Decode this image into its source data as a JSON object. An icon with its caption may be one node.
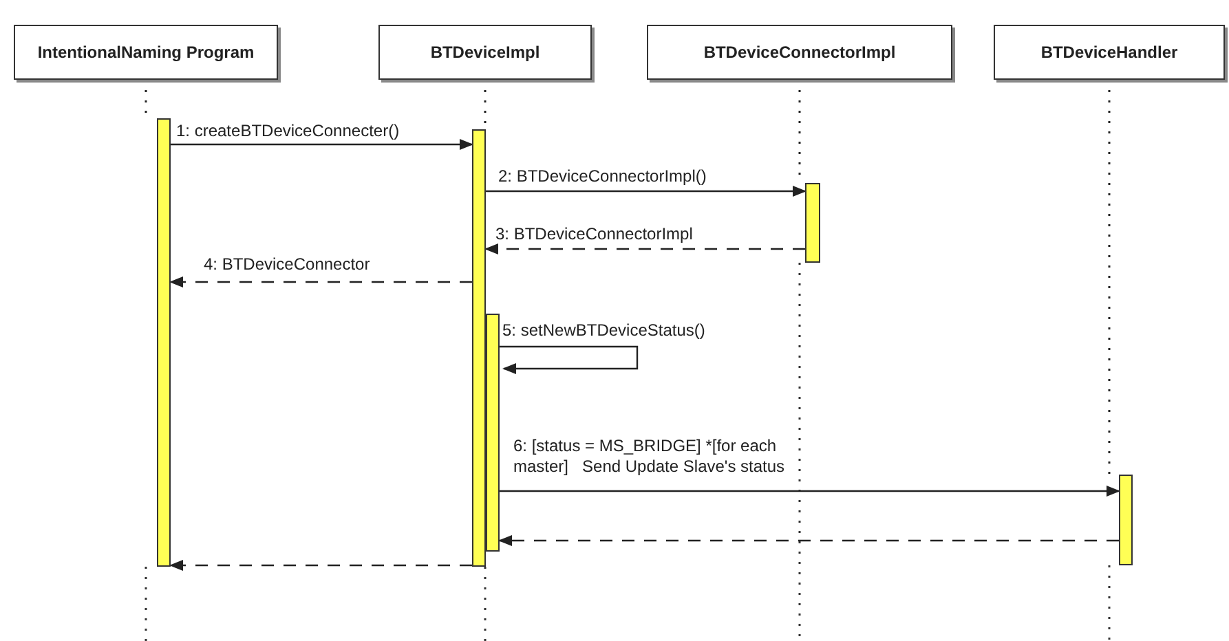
{
  "diagram": {
    "nodes": [
      {
        "text": [
          "IntentionalNaming Program"
        ]
      },
      {
        "text": [
          "BTDeviceImpl"
        ]
      },
      {
        "text": [
          "BTDeviceConnectorImpl"
        ]
      },
      {
        "text": [
          "BTDeviceHandler"
        ]
      },
      {
        "text": [],
        "shape": "bar"
      },
      {
        "text": [],
        "shape": "bar"
      },
      {
        "text": [],
        "shape": "bar"
      },
      {
        "text": [],
        "shape": "bar"
      },
      {
        "text": [],
        "shape": "bar"
      }
    ],
    "edges": [
      {
        "from": 0,
        "to": 4,
        "arrow": "none",
        "style": "dashed"
      },
      {
        "from": 1,
        "to": 5,
        "arrow": "none",
        "style": "dashed"
      },
      {
        "from": 2,
        "to": 6,
        "arrow": "none",
        "style": "dashed"
      },
      {
        "from": 3,
        "to": 8,
        "arrow": "none",
        "style": "dashed"
      },
      {
        "from": 4,
        "to": 5,
        "arrow": "to",
        "label": "1: createBTDeviceConnecter()"
      },
      {
        "from": 5,
        "to": 6,
        "arrow": "to",
        "label": "2: BTDeviceConnectorImpl()"
      },
      {
        "from": 6,
        "to": 5,
        "arrow": "to",
        "style": "dashed",
        "label": "3: BTDeviceConnectorImpl"
      },
      {
        "from": 5,
        "to": 4,
        "arrow": "to",
        "style": "dashed",
        "label": "4: BTDeviceConnector"
      },
      {
        "from": 7,
        "to": 7,
        "arrow": "to",
        "label": "5: setNewBTDeviceStatus()"
      },
      {
        "from": 7,
        "to": 8,
        "arrow": "to",
        "label": "6: [status = MS_BRIDGE] *[for each master]   Send Update Slave's status"
      },
      {
        "from": 8,
        "to": 7,
        "arrow": "to",
        "style": "dashed"
      },
      {
        "from": 5,
        "to": 4,
        "arrow": "to",
        "style": "dashed"
      }
    ]
  }
}
